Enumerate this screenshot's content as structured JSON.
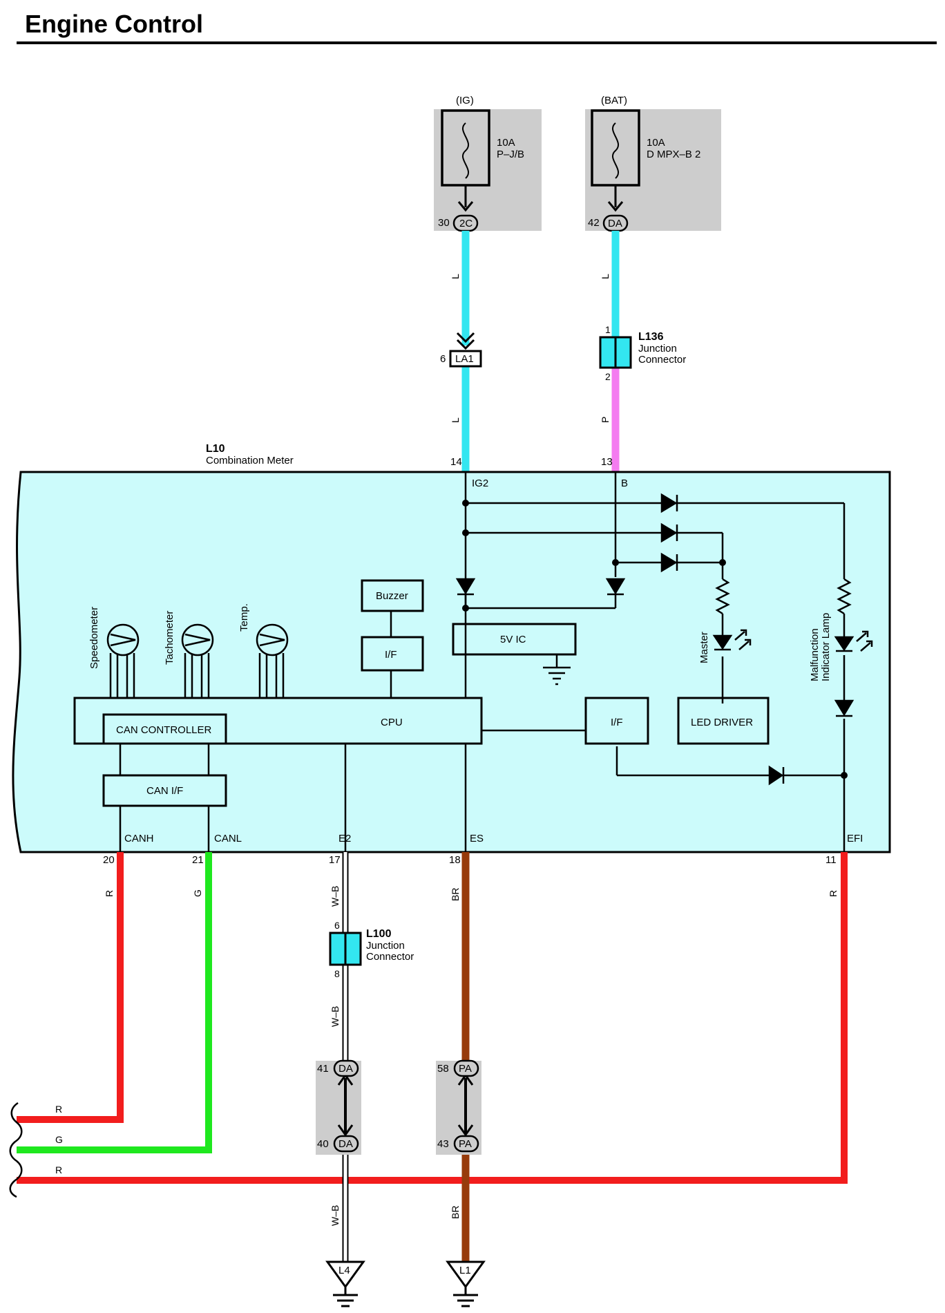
{
  "title": "Engine Control",
  "colors": {
    "wire_L": "#33e6f0",
    "wire_P": "#f47cf0",
    "wire_R": "#f21d1d",
    "wire_G": "#1ee81e",
    "wire_BR": "#973b0b",
    "meter_fill": "#ccfbfb",
    "box_gray": "#cdcdcd"
  },
  "sources": {
    "ig": {
      "label": "(IG)",
      "amp": "10A",
      "name": "P–J/B",
      "pin": "30",
      "conn": "2C"
    },
    "bat": {
      "label": "(BAT)",
      "amp": "10A",
      "name": "D MPX–B 2",
      "pin": "42",
      "conn": "DA"
    }
  },
  "connectors": {
    "la1": {
      "name": "LA1",
      "pin": "6"
    },
    "l136": {
      "id": "L136",
      "line1": "Junction",
      "line2": "Connector",
      "pin_top": "1",
      "pin_bottom": "2"
    },
    "l100": {
      "id": "L100",
      "line1": "Junction",
      "line2": "Connector",
      "pin_top": "6",
      "pin_bottom": "8"
    },
    "da_top": {
      "pin": "41",
      "conn": "DA"
    },
    "da_bottom": {
      "pin": "40",
      "conn": "DA"
    },
    "pa_top": {
      "pin": "58",
      "conn": "PA"
    },
    "pa_bottom": {
      "pin": "43",
      "conn": "PA"
    }
  },
  "wire_labels": {
    "l_upper_left": "L",
    "l_upper_right": "L",
    "l_lower_left": "L",
    "p_lower_right": "P",
    "r_canh": "R",
    "g_canl": "G",
    "wb_upper": "W–B",
    "br_upper": "BR",
    "r_efi": "R",
    "wb_middle": "W–B",
    "r_left1": "R",
    "g_left": "G",
    "r_left2": "R",
    "wb_lower": "W–B",
    "br_lower": "BR"
  },
  "meter": {
    "id": "L10",
    "name": "Combination Meter",
    "pins": {
      "ig2_num": "14",
      "ig2": "IG2",
      "b_num": "13",
      "b": "B",
      "canh_num": "20",
      "canh": "CANH",
      "canl_num": "21",
      "canl": "CANL",
      "e2_num": "17",
      "e2": "E2",
      "es_num": "18",
      "es": "ES",
      "efi_num": "11",
      "efi": "EFI"
    },
    "blocks": {
      "buzzer": "Buzzer",
      "if_top": "I/F",
      "ic5v": "5V IC",
      "cpu": "CPU",
      "can_controller": "CAN CONTROLLER",
      "can_if": "CAN I/F",
      "if_right": "I/F",
      "led_driver": "LED DRIVER"
    },
    "gauges": {
      "speedometer": "Speedometer",
      "tachometer": "Tachometer",
      "temp": "Temp."
    },
    "lamps": {
      "master": "Master",
      "mil_line1": "Malfunction",
      "mil_line2": "Indicator Lamp"
    }
  },
  "grounds": {
    "l4": "L4",
    "l1": "L1"
  }
}
